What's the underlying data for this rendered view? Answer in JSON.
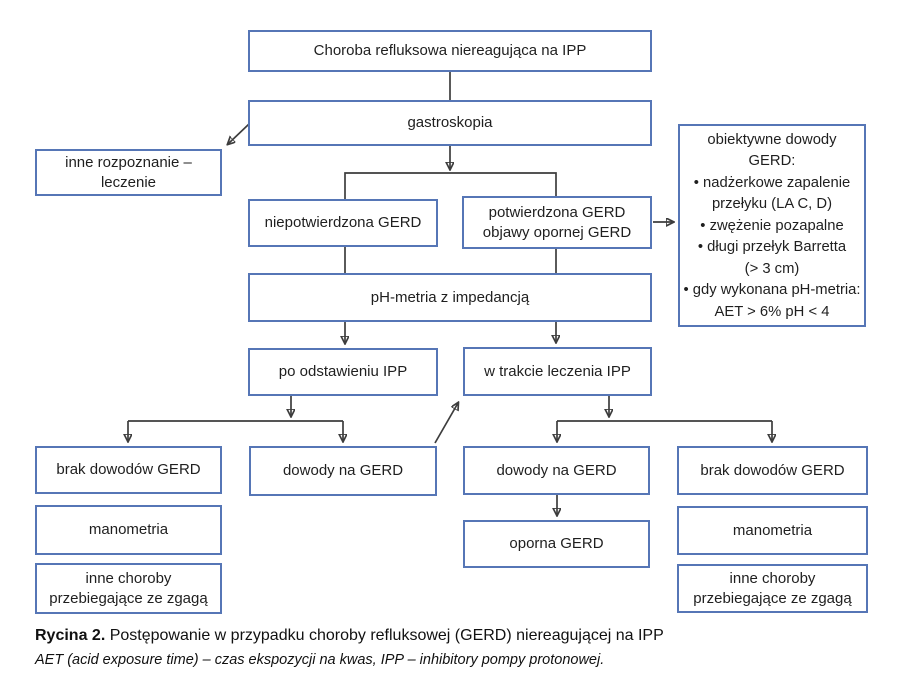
{
  "diagram": {
    "nodes": {
      "start": "Choroba refluksowa niereagująca na IPP",
      "gastroscopy": "gastroskopia",
      "other_diagnosis": "inne rozpoznanie –\nleczenie",
      "unconfirmed_gerd": "niepotwierdzona GERD",
      "confirmed_gerd": "potwierdzona GERD\nobjawy opornej GERD",
      "objective_evidence": "obiektywne dowody\nGERD:\n• nadżerkowe zapalenie\nprzełyku (LA C, D)\n• zwężenie pozapalne\n• długi przełyk Barretta\n(> 3 cm)\n• gdy wykonana pH-metria:\nAET > 6% pH < 4",
      "ph_metry": "pH-metria z impedancją",
      "off_ipp": "po odstawieniu IPP",
      "on_ipp": "w trakcie leczenia IPP",
      "no_evidence_left": "brak dowodów GERD",
      "evidence_left": "dowody na GERD",
      "evidence_right": "dowody na GERD",
      "no_evidence_right": "brak dowodów GERD",
      "manometry_left": "manometria",
      "other_diseases_left": "inne choroby\nprzebiegające ze zgagą",
      "refractory_gerd": "oporna GERD",
      "manometry_right": "manometria",
      "other_diseases_right": "inne choroby\nprzebiegające ze zgagą"
    },
    "caption": {
      "label": "Rycina 2.",
      "title": "Postępowanie w przypadku choroby refluksowej (GERD) niereagującej na IPP",
      "footnote": "AET (acid exposure time) – czas ekspozycji na kwas, IPP – inhibitory pompy protonowej."
    },
    "colors": {
      "box_border": "#5676b6",
      "connector": "#3d3d3d",
      "text": "#1f1f1f"
    }
  }
}
